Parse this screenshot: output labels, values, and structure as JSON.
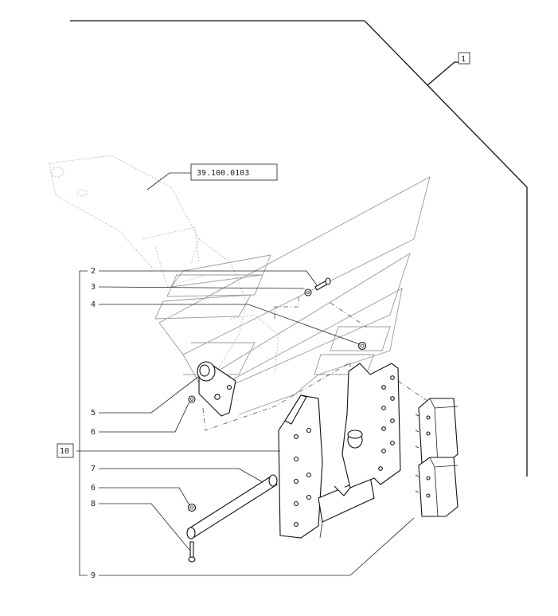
{
  "callouts": {
    "top_right": "1",
    "reference": "39.100.0103",
    "group": "10"
  },
  "labels": [
    "2",
    "3",
    "4",
    "5",
    "6",
    "7",
    "6",
    "8",
    "9"
  ]
}
